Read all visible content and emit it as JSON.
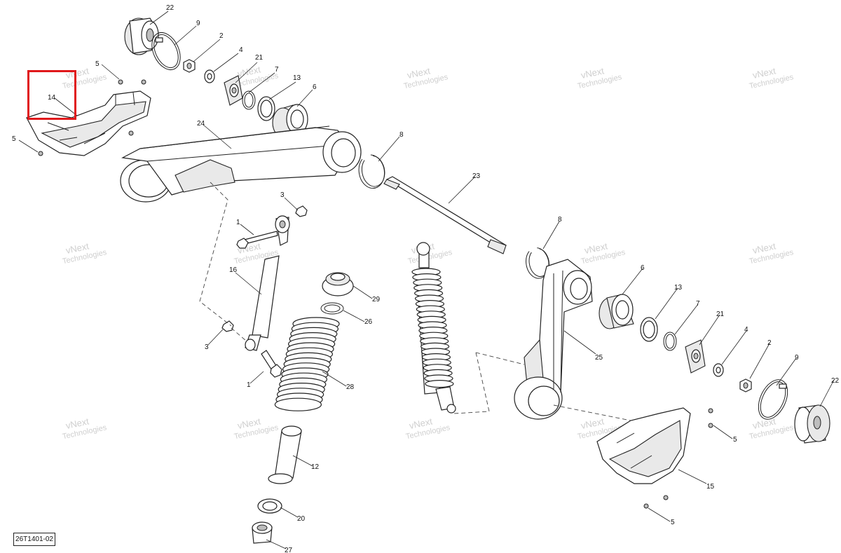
{
  "diagram": {
    "document_id": "26T1401-02",
    "watermark": {
      "line1": "vNext",
      "line2": "Technologies",
      "inline": "vNext Technologies"
    },
    "highlight_color": "#e0181b",
    "callouts": {
      "c22a": "22",
      "c9a": "9",
      "c2a": "2",
      "c4a": "4",
      "c21a": "21",
      "c7a": "7",
      "c13a": "13",
      "c6a": "6",
      "c5a": "5",
      "c14": "14",
      "c5b": "5",
      "c24": "24",
      "c8a": "8",
      "c23": "23",
      "c3a": "3",
      "c1a": "1",
      "c16": "16",
      "c3b": "3",
      "c1b": "1",
      "c29": "29",
      "c26": "26",
      "c28": "28",
      "c12": "12",
      "c20": "20",
      "c27": "27",
      "c8b": "8",
      "c6b": "6",
      "c13b": "13",
      "c7b": "7",
      "c21b": "21",
      "c4b": "4",
      "c2b": "2",
      "c9b": "9",
      "c22b": "22",
      "c25": "25",
      "c5c": "5",
      "c15": "15",
      "c5d": "5"
    }
  }
}
